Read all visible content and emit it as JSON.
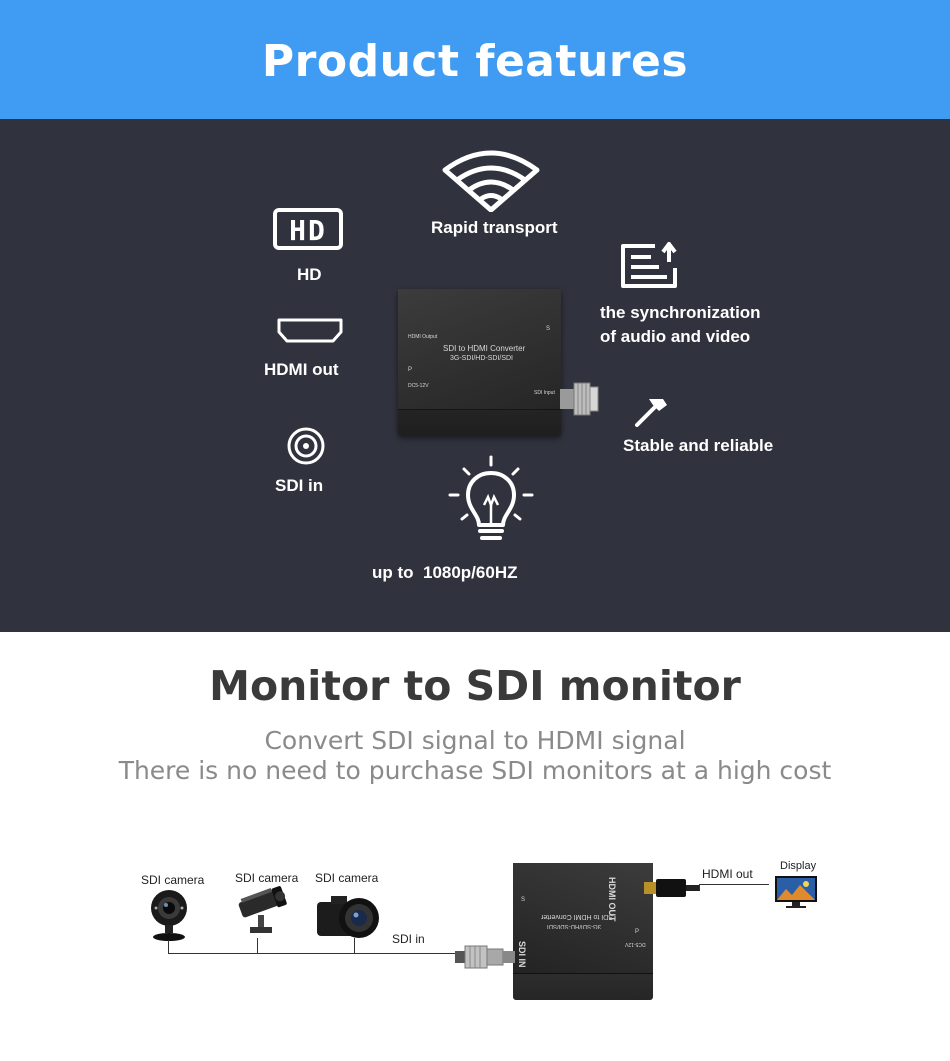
{
  "header": {
    "title": "Product features"
  },
  "features": {
    "rapid": "Rapid transport",
    "hd_badge": "HD",
    "hd": "HD",
    "sync_line1": "the synchronization",
    "sync_line2": "of audio and video",
    "hdmi_out": "HDMI out",
    "stable": "Stable and reliable",
    "sdi_in": "SDI in",
    "resolution": "up to  1080p/60HZ"
  },
  "device": {
    "title": "SDI to HDMI Converter",
    "model": "3G-SDI/HD-SDI/SDI",
    "hdmi_output": "HDMI Output",
    "sdi_input": "SDI Input",
    "s": "S",
    "p": "P",
    "dc": "DC5-12V"
  },
  "section2": {
    "title": "Monitor to SDI monitor",
    "line1": "Convert SDI signal to HDMI signal",
    "line2": "There is no need to purchase SDI monitors at a high cost"
  },
  "diagram": {
    "camera1": "SDI camera",
    "camera2": "SDI camera",
    "camera3": "SDI camera",
    "sdi_in": "SDI in",
    "hdmi_out": "HDMI out",
    "display": "Display",
    "dev_hdmi_label": "HDMI OUT",
    "dev_sdi_label": "SDI IN",
    "dev_title": "SDI to HDMI Converter",
    "dev_model": "3G-SDI/HD-SDI/SDI",
    "dev_dc": "DC5-12V",
    "dev_p": "P",
    "dev_s": "S"
  },
  "colors": {
    "banner": "#3f9cf2",
    "dark_panel": "#30323d"
  }
}
